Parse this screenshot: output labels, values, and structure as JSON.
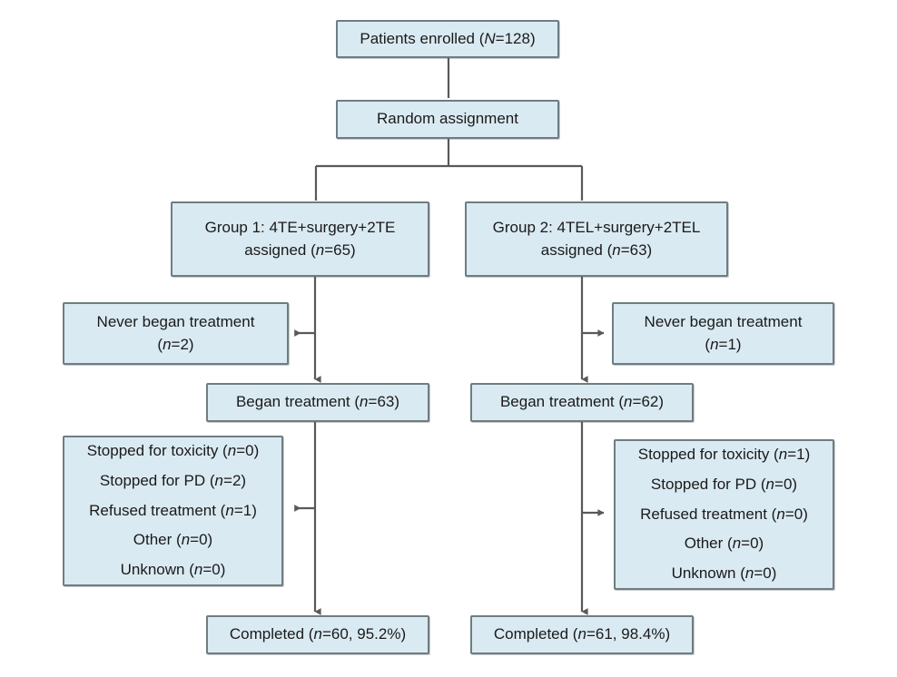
{
  "figure": {
    "type": "flow-diagram",
    "description": "CONSORT-style patient flow diagram for a randomized two-group trial",
    "background_color": "#ffffff",
    "box_fill_color": "#daeaf2",
    "box_border_color": "#6e7d80",
    "connector_color": "#595959"
  },
  "nodes": {
    "enrolled": {
      "id": "patients-enrolled",
      "lines": [
        "Patients enrolled (N=128)"
      ],
      "n": 128
    },
    "randomization": {
      "id": "random-assignment",
      "lines": [
        "Random assignment"
      ]
    },
    "group1_assigned": {
      "id": "group-1-assigned",
      "lines": [
        "Group 1: 4TE+surgery+2TE",
        "assigned (n=65)"
      ],
      "n": 65
    },
    "group2_assigned": {
      "id": "group-2-assigned",
      "lines": [
        "Group 2: 4TEL+surgery+2TEL",
        "assigned (n=63)"
      ],
      "n": 63
    },
    "group1_never_began": {
      "id": "group-1-never-began-treatment",
      "lines": [
        "Never began treatment",
        "(n=2)"
      ],
      "n": 2
    },
    "group2_never_began": {
      "id": "group-2-never-began-treatment",
      "lines": [
        "Never began treatment",
        "(n=1)"
      ],
      "n": 1
    },
    "group1_began": {
      "id": "group-1-began-treatment",
      "lines": [
        "Began treatment (n=63)"
      ],
      "n": 63
    },
    "group2_began": {
      "id": "group-2-began-treatment",
      "lines": [
        "Began treatment (n=62)"
      ],
      "n": 62
    },
    "group1_discontinued": {
      "id": "group-1-discontinuation-reasons",
      "lines": [
        "Stopped for toxicity (n=0)",
        "Stopped for PD (n=2)",
        "Refused treatment (n=1)",
        "Other (n=0)",
        "Unknown (n=0)"
      ],
      "reasons": [
        {
          "label": "Stopped for toxicity",
          "n": 0
        },
        {
          "label": "Stopped for PD",
          "n": 2
        },
        {
          "label": "Refused treatment",
          "n": 1
        },
        {
          "label": "Other",
          "n": 0
        },
        {
          "label": "Unknown",
          "n": 0
        }
      ]
    },
    "group2_discontinued": {
      "id": "group-2-discontinuation-reasons",
      "lines": [
        "Stopped for toxicity (n=1)",
        "Stopped for PD (n=0)",
        "Refused treatment (n=0)",
        "Other (n=0)",
        "Unknown (n=0)"
      ],
      "reasons": [
        {
          "label": "Stopped for toxicity",
          "n": 1
        },
        {
          "label": "Stopped for PD",
          "n": 0
        },
        {
          "label": "Refused treatment",
          "n": 0
        },
        {
          "label": "Other",
          "n": 0
        },
        {
          "label": "Unknown",
          "n": 0
        }
      ]
    },
    "group1_completed": {
      "id": "group-1-completed",
      "lines": [
        "Completed (n=60, 95.2%)"
      ],
      "n": 60,
      "percent": "95.2%"
    },
    "group2_completed": {
      "id": "group-2-completed",
      "lines": [
        "Completed (n=61, 98.4%)"
      ],
      "n": 61,
      "percent": "98.4%"
    }
  }
}
